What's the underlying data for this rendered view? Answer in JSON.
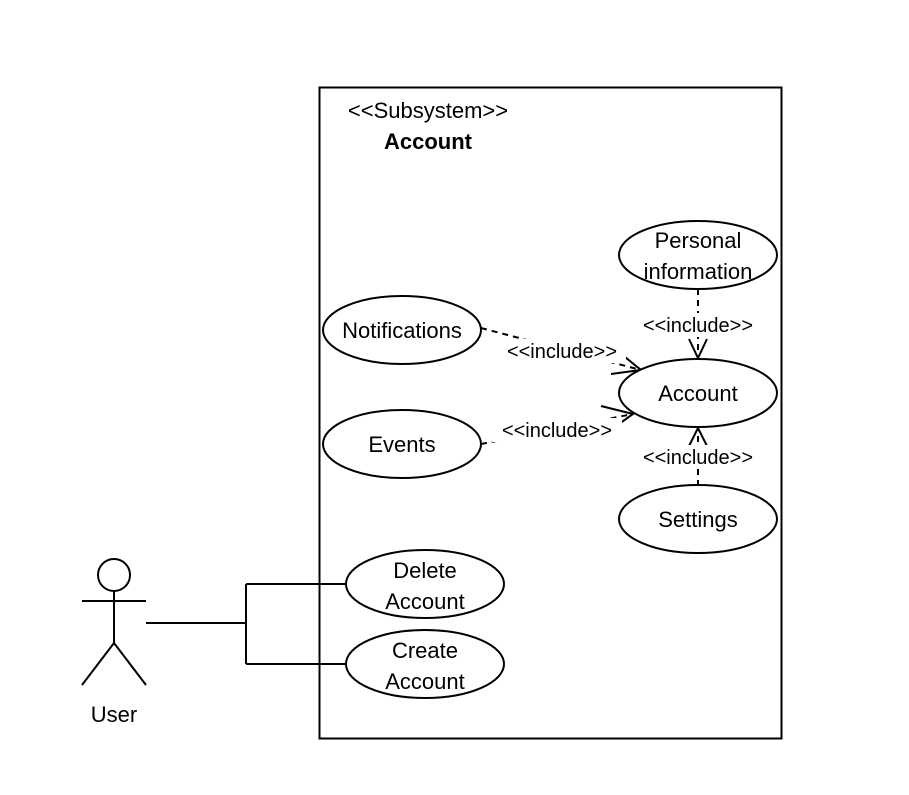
{
  "subsystem": {
    "stereotype": "<<Subsystem>>",
    "name": "Account"
  },
  "actor": {
    "name": "User"
  },
  "use_cases": {
    "personal_information": [
      "Personal",
      "information"
    ],
    "notifications": "Notifications",
    "account": "Account",
    "events": "Events",
    "settings": "Settings",
    "delete_account": [
      "Delete",
      "Account"
    ],
    "create_account": [
      "Create",
      "Account"
    ]
  },
  "relations": {
    "include_label": "<<include>>"
  },
  "colors": {
    "stroke": "#000000",
    "fill": "#ffffff"
  }
}
